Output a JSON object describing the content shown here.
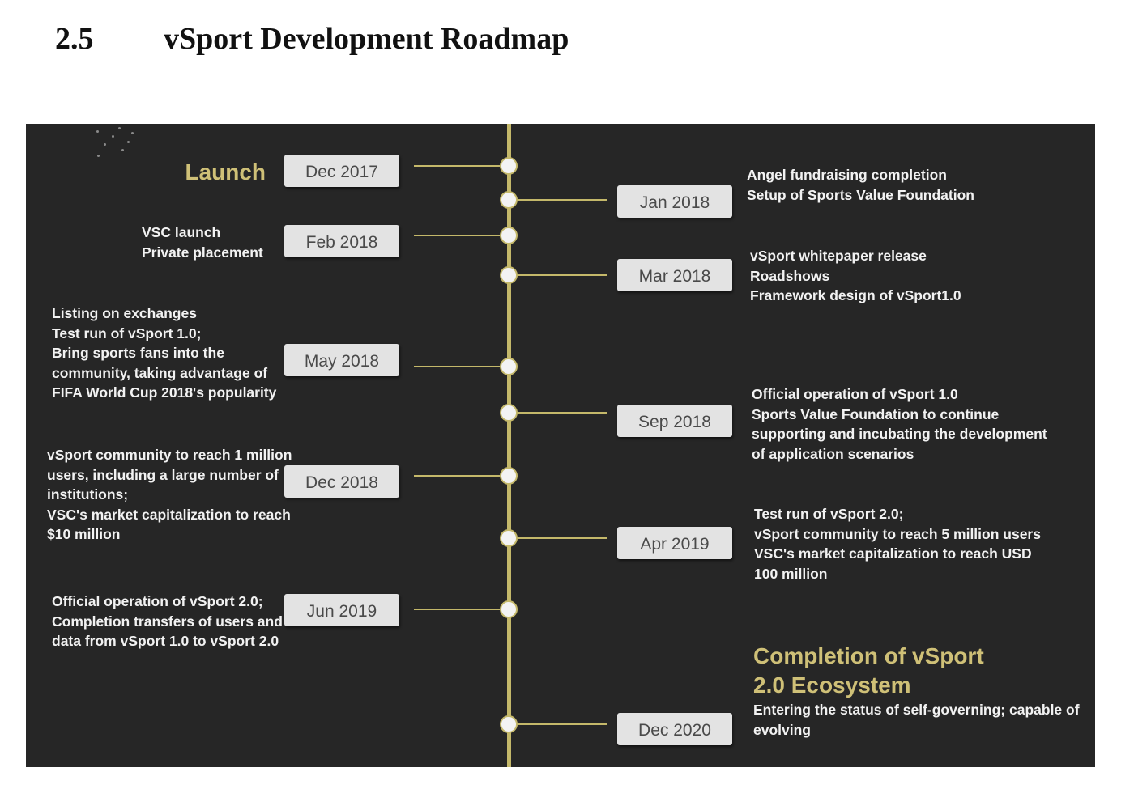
{
  "section": {
    "number": "2.5",
    "title": "vSport Development Roadmap"
  },
  "milestones": [
    {
      "date": "Dec 2017",
      "side": "left",
      "headline": "Launch",
      "lines": []
    },
    {
      "date": "Jan 2018",
      "side": "right",
      "headline": "",
      "lines": [
        "Angel fundraising completion",
        "Setup of Sports Value Foundation"
      ]
    },
    {
      "date": "Feb 2018",
      "side": "left",
      "headline": "",
      "lines": [
        "VSC launch",
        "Private placement"
      ]
    },
    {
      "date": "Mar 2018",
      "side": "right",
      "headline": "",
      "lines": [
        "vSport whitepaper release",
        "Roadshows",
        "Framework design of vSport1.0"
      ]
    },
    {
      "date": "May 2018",
      "side": "left",
      "headline": "",
      "lines": [
        "Listing on exchanges",
        "Test run of vSport 1.0;",
        "Bring sports fans into the",
        "community, taking advantage of",
        "FIFA World Cup 2018's popularity"
      ]
    },
    {
      "date": "Sep 2018",
      "side": "right",
      "headline": "",
      "lines": [
        "Official operation of vSport 1.0",
        "Sports Value Foundation to continue",
        "supporting and incubating the development",
        "of application scenarios"
      ]
    },
    {
      "date": "Dec 2018",
      "side": "left",
      "headline": "",
      "lines": [
        "vSport community to reach 1 million",
        "users, including a large number of",
        "institutions;",
        "VSC's market capitalization to reach",
        "$10 million"
      ]
    },
    {
      "date": "Apr 2019",
      "side": "right",
      "headline": "",
      "lines": [
        "Test run of vSport 2.0;",
        "vSport community to reach 5 million users",
        "VSC's market capitalization to reach USD",
        "100 million"
      ]
    },
    {
      "date": "Jun 2019",
      "side": "left",
      "headline": "",
      "lines": [
        "Official operation of vSport 2.0;",
        "Completion transfers of users and",
        "data from vSport 1.0 to vSport 2.0"
      ]
    },
    {
      "date": "Dec 2020",
      "side": "right",
      "headline": "Completion of vSport 2.0 Ecosystem",
      "lines": [
        "Entering the status of self-governing; capable of",
        "evolving"
      ]
    }
  ],
  "colors": {
    "background": "#262626",
    "accent": "#c4b86a",
    "headline": "#cfc077",
    "date_box": "#e3e3e3",
    "text": "#f2f2f2"
  }
}
